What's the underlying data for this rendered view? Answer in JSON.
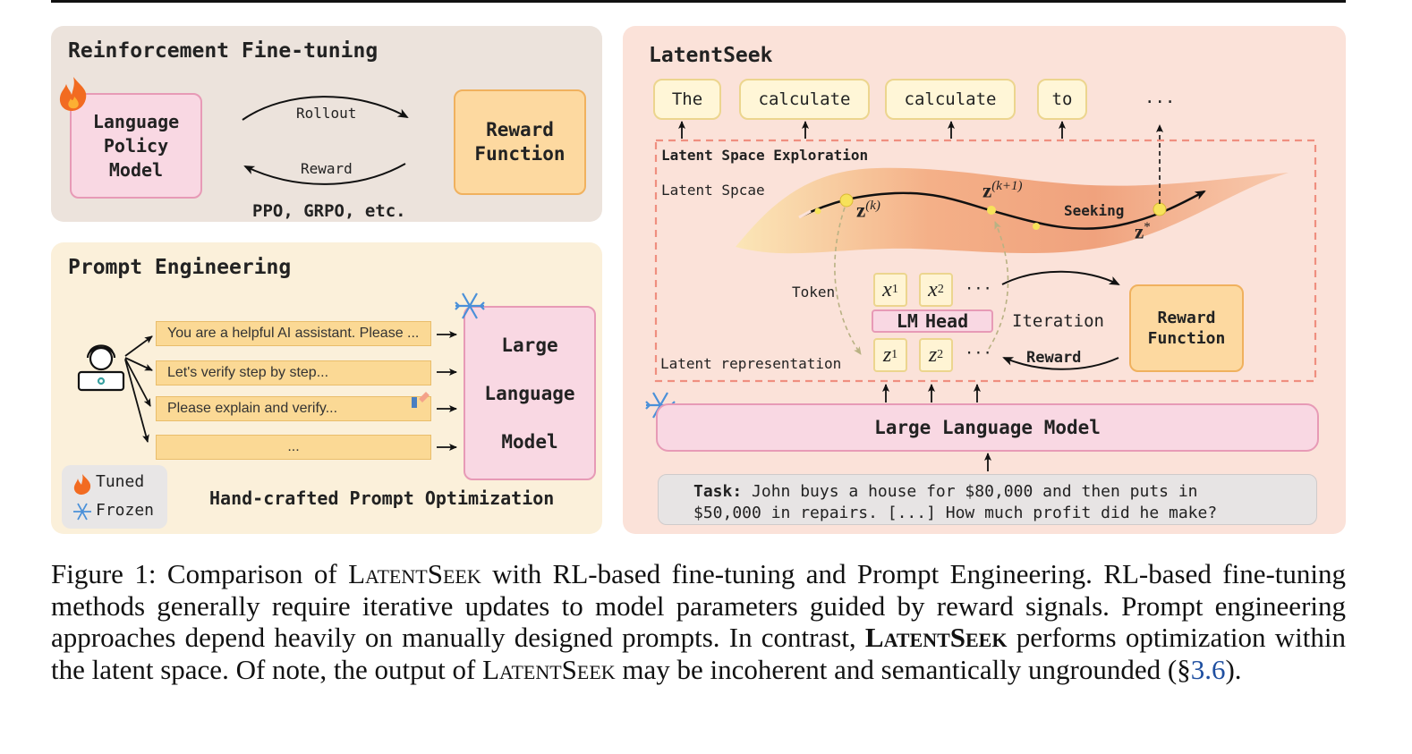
{
  "rl": {
    "title": "Reinforcement Fine-tuning",
    "policy_l1": "Language",
    "policy_l2": "Policy",
    "policy_l3": "Model",
    "rollout": "Rollout",
    "reward": "Reward",
    "reward_fn_l1": "Reward",
    "reward_fn_l2": "Function",
    "methods": "PPO, GRPO, etc."
  },
  "pe": {
    "title": "Prompt Engineering",
    "prompts": [
      "You are a helpful AI assistant. Please ...",
      "Let's verify step by step...",
      "Please explain and verify...",
      "..."
    ],
    "llm_l1": "Large",
    "llm_l2": "Language",
    "llm_l3": "Model",
    "subtitle": "Hand-crafted Prompt Optimization",
    "legend_tuned": "Tuned",
    "legend_frozen": "Frozen"
  },
  "ls": {
    "title": "LatentSeek",
    "tokens": [
      "The",
      "calculate",
      "calculate",
      "to",
      "..."
    ],
    "exploration": "Latent Space Exploration",
    "latent_space": "Latent Spcae",
    "z_k": "z",
    "z_k_sup": "(k)",
    "z_k1": "z",
    "z_k1_sup": "(k+1)",
    "seeking": "Seeking",
    "z_star": "z",
    "z_star_sup": "*",
    "token_label": "Token",
    "x1": "x",
    "x1_sub": "1",
    "x2": "x",
    "x2_sub": "2",
    "dots": "···",
    "lm": "LM",
    "head": "Head",
    "iteration": "Iteration",
    "reward_fn_l1": "Reward",
    "reward_fn_l2": "Function",
    "reward": "Reward",
    "latent_repr": "Latent representation",
    "z1": "z",
    "z1_sub": "1",
    "z2": "z",
    "z2_sub": "2",
    "llm": "Large Language Model",
    "task_label": "Task:",
    "task_l1": " John buys a house for $80,000 and then puts in",
    "task_l2": "$50,000 in repairs. [...] How much profit did he make?"
  },
  "caption": {
    "lead": "Figure 1: Comparison of ",
    "name": "LatentSeek",
    "after_name_1": " with RL-based fine-tuning and Prompt Engineering. RL-based fine-tuning methods generally require iterative updates to model parameters guided by reward signals. Prompt engineering approaches depend heavily on manually designed prompts. In contrast, ",
    "after_name_2": " performs optimization within the latent space. Of note, the output of ",
    "after_name_3": " may be incoherent and semantically ungrounded (§",
    "ref": "3.6",
    "end": ")."
  },
  "colors": {
    "rl_bg": "#ece3dc",
    "pe_bg": "#fbf0da",
    "ls_bg": "#fbe2d9",
    "pink": "#f9d8e3",
    "orange": "#fdd9a0",
    "dashed": "#ef8f80",
    "ref_blue": "#1f4fa0"
  }
}
